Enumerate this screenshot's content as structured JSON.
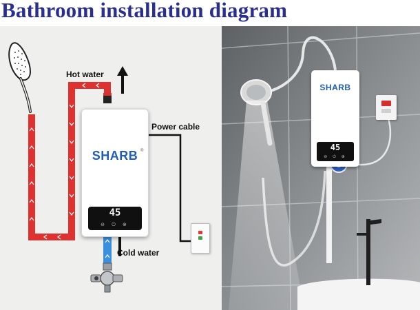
{
  "title": "Bathroom installation diagram",
  "labels": {
    "hot_water": "Hot water",
    "power_cable": "Power cable",
    "cold_water": "Cold water"
  },
  "heater": {
    "brand": "SHARB",
    "brand_mark": "®",
    "temperature": "45",
    "controls": "⊖ ⏻ ⊕"
  },
  "photo_heater": {
    "brand": "SHARB",
    "temperature": "45",
    "controls": "⊖ ⏻ ⊕"
  },
  "colors": {
    "title": "#2a2f8f",
    "hot_pipe": "#e03131",
    "cold_pipe": "#3b8fe0",
    "brand": "#1f5db8",
    "power_cable": "#111111"
  },
  "icons": {
    "shower_head": "shower-head-icon",
    "valve": "angle-valve-icon",
    "arrow_up": "arrow-up-icon",
    "switch": "power-switch-icon"
  }
}
